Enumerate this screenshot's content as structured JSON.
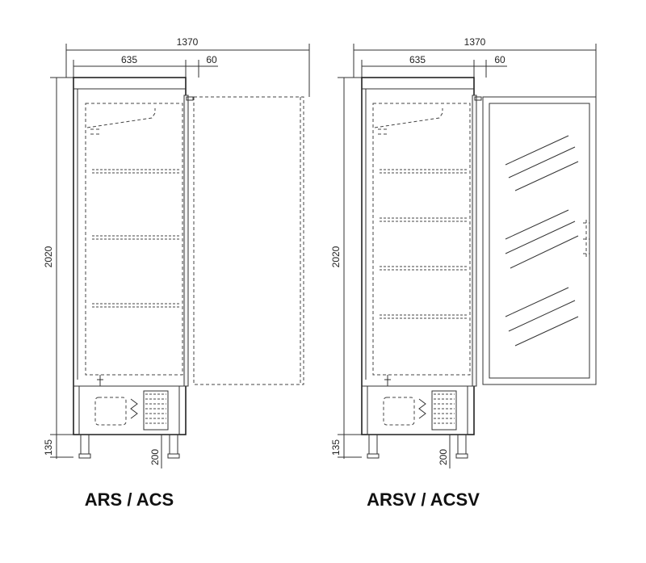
{
  "units": {
    "left": {
      "caption": "ARS / ACS",
      "dims": {
        "width_total": "1370",
        "width_body": "635",
        "width_door": "60",
        "height_total": "2020",
        "height_base": "135",
        "height_legs": "200"
      },
      "door_style": "solid"
    },
    "right": {
      "caption": "ARSV / ACSV",
      "dims": {
        "width_total": "1370",
        "width_body": "635",
        "width_door": "60",
        "height_total": "2020",
        "height_base": "135",
        "height_legs": "200"
      },
      "door_style": "glass"
    }
  }
}
